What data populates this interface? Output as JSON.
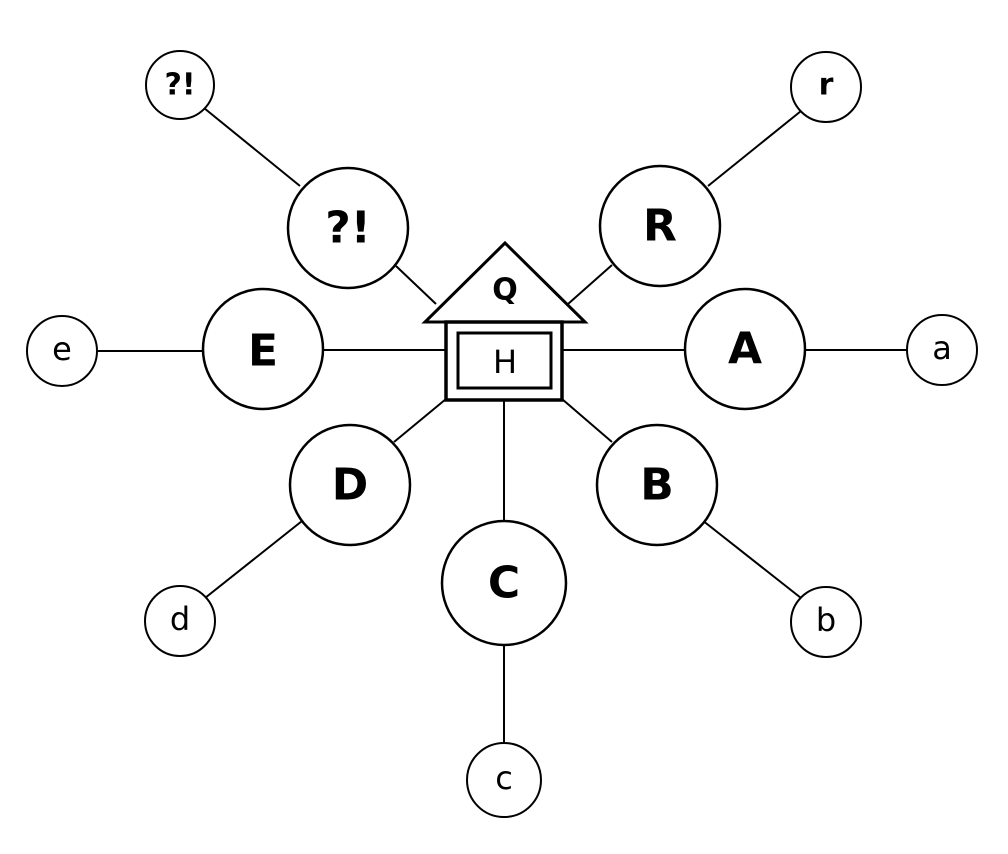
{
  "hub": {
    "roof_label": "Q",
    "house_label": "H"
  },
  "nodes": {
    "qe_big": "?!",
    "qe_small": "?!",
    "r_big": "R",
    "r_small": "r",
    "e_big": "E",
    "e_small": "e",
    "a_big": "A",
    "a_small": "a",
    "d_big": "D",
    "d_small": "d",
    "b_big": "B",
    "b_small": "b",
    "c_big": "C",
    "c_small": "c"
  }
}
